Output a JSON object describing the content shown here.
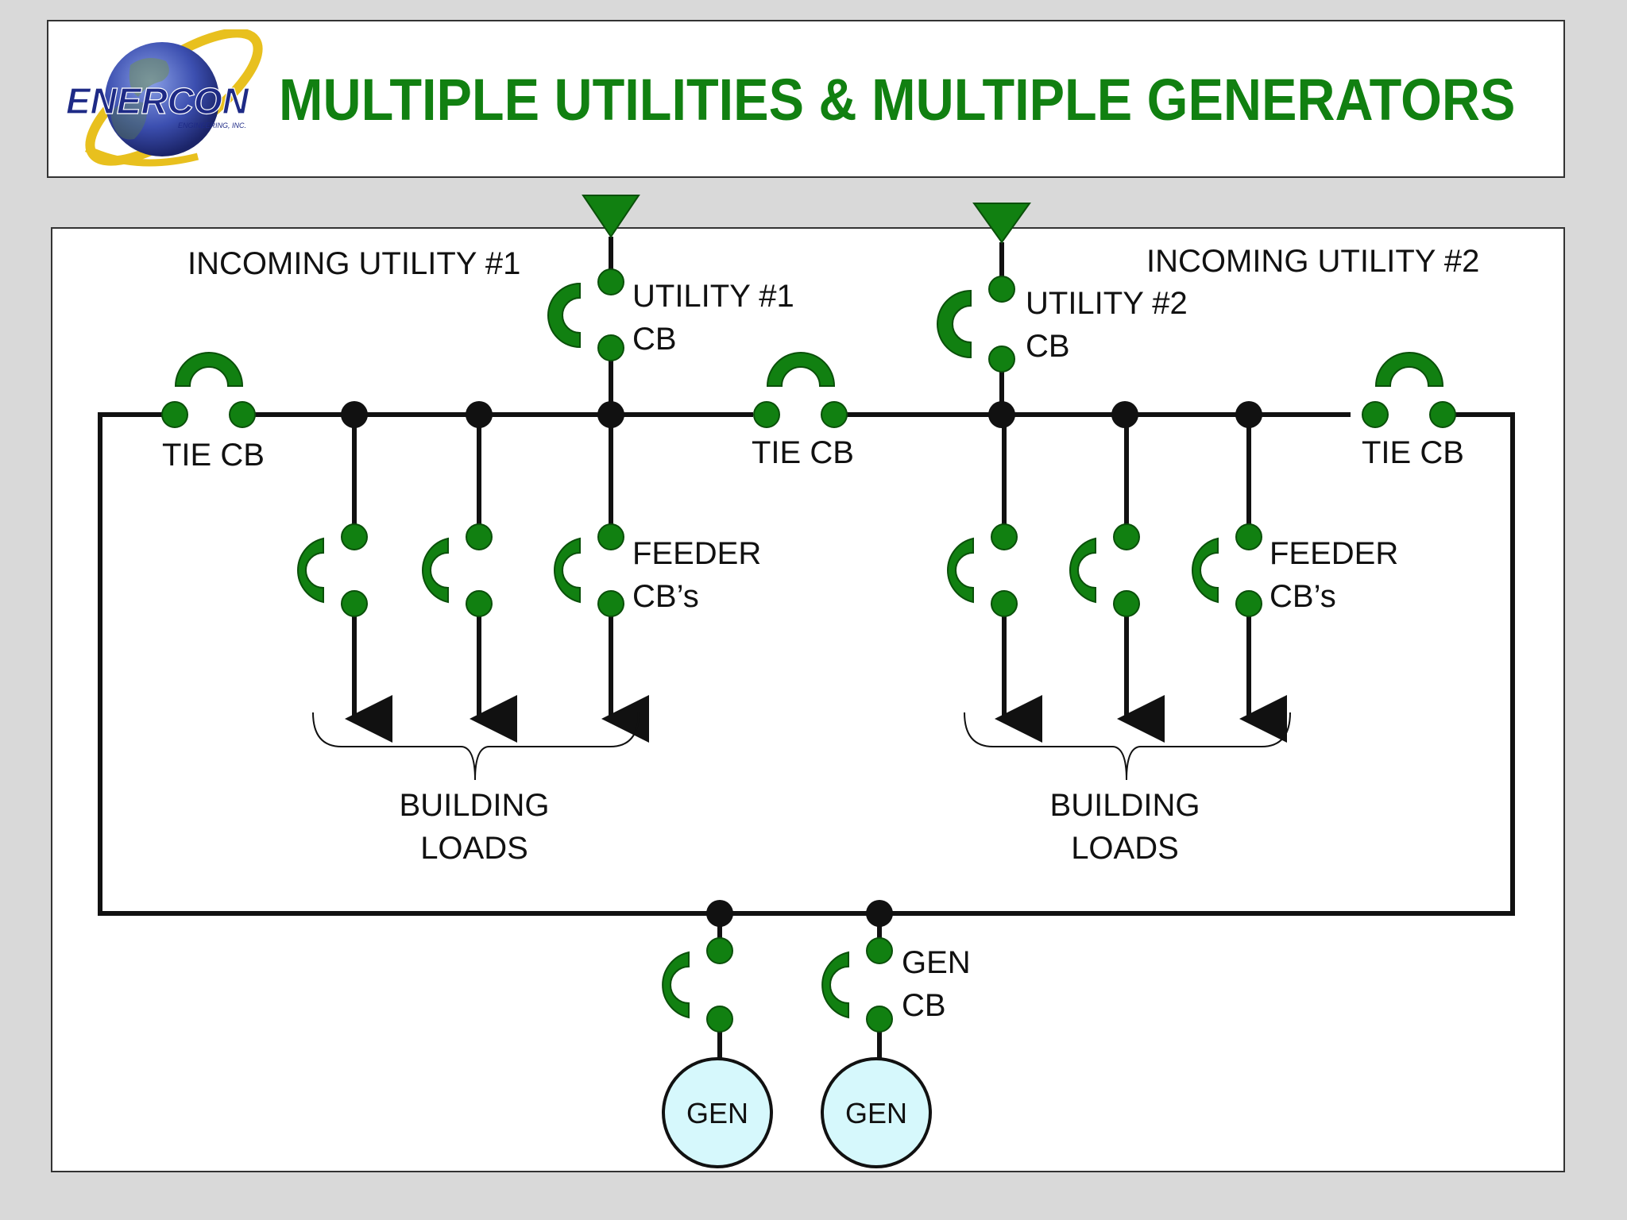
{
  "header": {
    "title": "MULTIPLE UTILITIES & MULTIPLE GENERATORS",
    "logo_text": "ENERCON",
    "logo_subtext": "ENGINEERING, INC."
  },
  "colors": {
    "title": "#118011",
    "breaker": "#118011",
    "bus": "#111111",
    "generator_fill": "#d6f8fc"
  },
  "labels": {
    "incoming_utility_1": "INCOMING UTILITY #1",
    "incoming_utility_2": "INCOMING UTILITY #2",
    "utility_1_cb_line1": "UTILITY #1",
    "utility_1_cb_line2": "CB",
    "utility_2_cb_line1": "UTILITY #2",
    "utility_2_cb_line2": "CB",
    "tie_cb_left": "TIE CB",
    "tie_cb_middle": "TIE CB",
    "tie_cb_right": "TIE CB",
    "feeder_1_line1": "FEEDER",
    "feeder_1_line2": "CB’s",
    "feeder_2_line1": "FEEDER",
    "feeder_2_line2": "CB’s",
    "building_loads_1_line1": "BUILDING",
    "building_loads_1_line2": "LOADS",
    "building_loads_2_line1": "BUILDING",
    "building_loads_2_line2": "LOADS",
    "gen_cb_line1": "GEN",
    "gen_cb_line2": "CB",
    "generator_1": "GEN",
    "generator_2": "GEN"
  }
}
